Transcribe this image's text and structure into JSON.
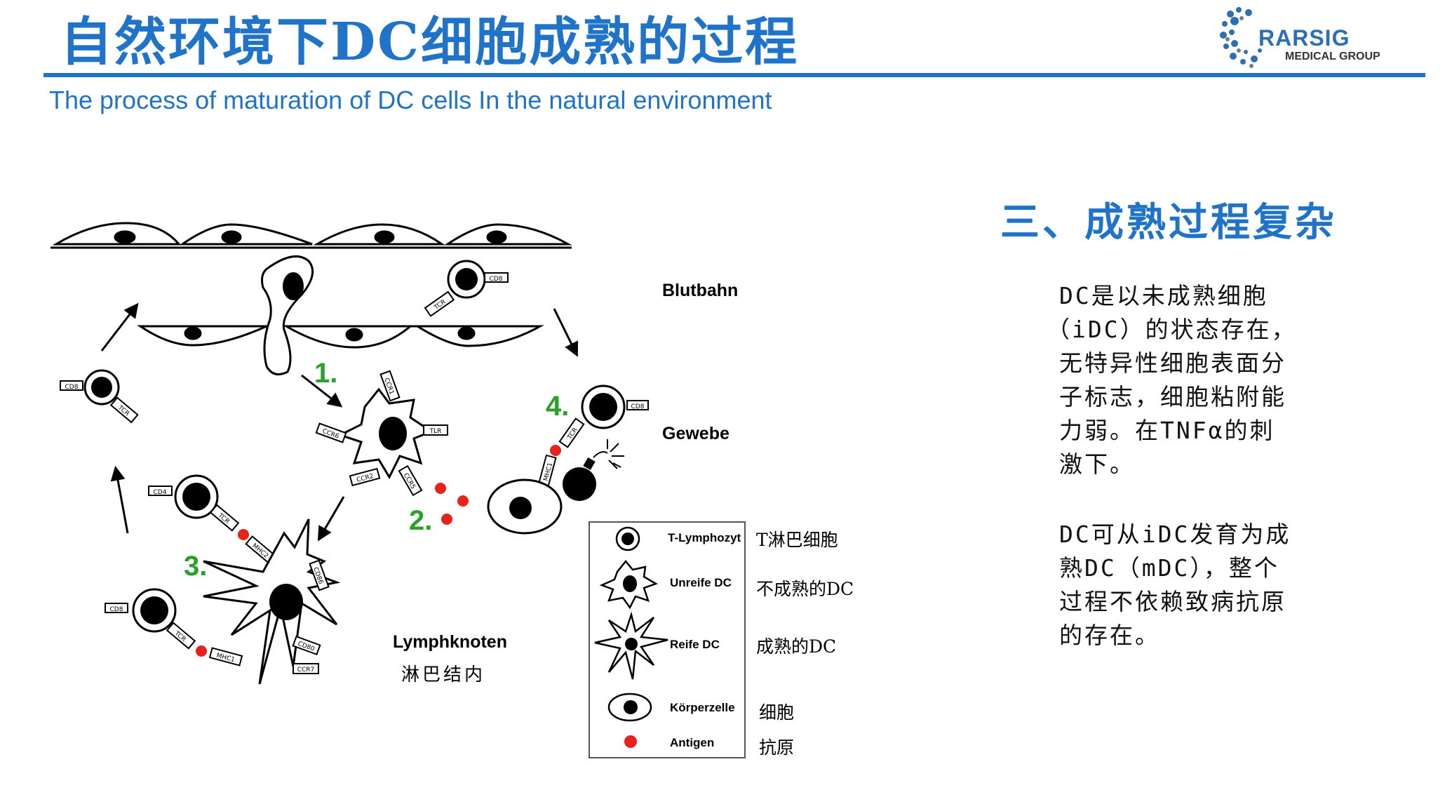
{
  "title": "自然环境下DC细胞成熟的过程",
  "subtitle": "The process of maturation of DC cells In the natural environment",
  "logo": {
    "name": "RARSIG",
    "sub": "MEDICAL GROUP",
    "color": "#2e6fb3"
  },
  "brand_color": "#1f73c8",
  "section_title": "三、成熟过程复杂",
  "paragraphs": [
    [
      "DC是以未成熟细胞",
      "（iDC）的状态存在，",
      "无特异性细胞表面分",
      "子标志，细胞粘附能",
      "力弱。在TNFα的刺",
      "激下。"
    ],
    [
      "DC可从iDC发育为成",
      "熟DC（mDC），整个",
      "过程不依赖致病抗原",
      "的存在。"
    ]
  ],
  "diagram": {
    "regions": {
      "blood": "Blutbahn",
      "tissue": "Gewebe",
      "lymph": "Lymphknoten",
      "lymph_cn": "淋巴结内"
    },
    "steps": [
      "1.",
      "2.",
      "3.",
      "4."
    ],
    "step_color": "#2aa12a",
    "antigen_color": "#e8211c",
    "receptors": {
      "cd8": "CD8",
      "cd4": "CD4",
      "tcr": "TCR",
      "ccr1": "CCR1",
      "ccr6": "CCR6",
      "tlr": "TLR",
      "ccr2": "CCR2",
      "ccr5": "CCR5",
      "mhc1": "MHC1",
      "mhc2": "MHC2",
      "cd86": "CD86",
      "cd80": "CD80",
      "ccr7": "CCR7"
    },
    "legend": [
      {
        "label": "T-Lymphozyt",
        "cn": "T淋巴细胞",
        "icon": "t-lymphocyte-icon"
      },
      {
        "label": "Unreife DC",
        "cn": "不成熟的DC",
        "icon": "immature-dc-icon"
      },
      {
        "label": "Reife DC",
        "cn": "成熟的DC",
        "icon": "mature-dc-icon"
      },
      {
        "label": "Körperzelle",
        "cn": "细胞",
        "icon": "body-cell-icon"
      },
      {
        "label": "Antigen",
        "cn": "抗原",
        "icon": "antigen-icon"
      }
    ]
  }
}
